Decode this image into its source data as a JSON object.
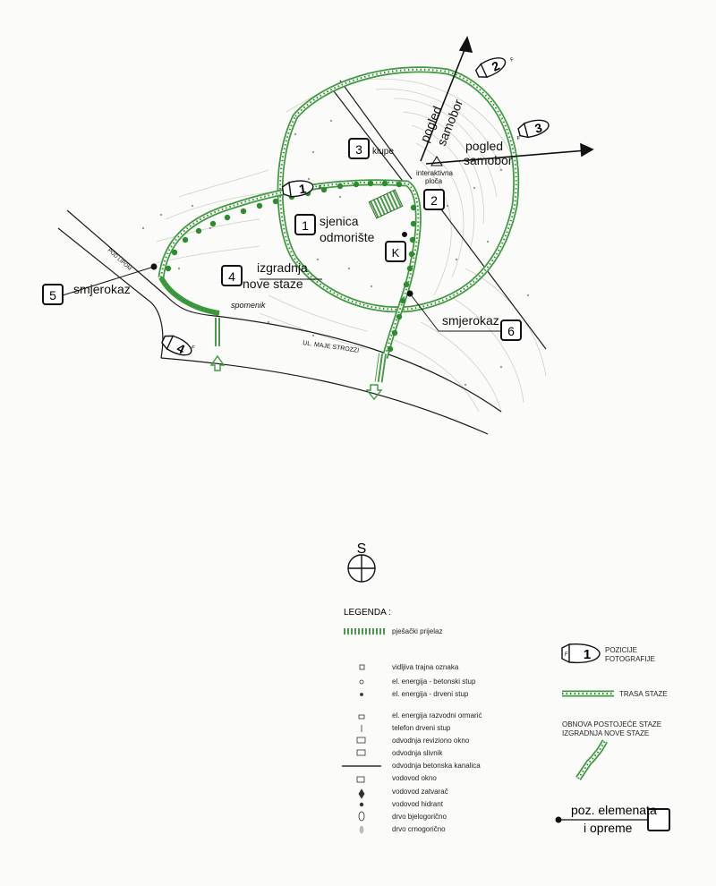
{
  "map_labels": {
    "pogled_1": "pogled",
    "samobor_1": "samobor",
    "pogled_2": "pogled",
    "samobor_2": "samobor",
    "klupe": "klupe",
    "interaktivna": "interaktivna",
    "ploca": "ploča",
    "sjenica": "sjenica",
    "odmoriste": "odmorište",
    "izgradnja": "izgradnja",
    "nove_staze": "nove staze",
    "smjerokaz_left": "smjerokaz",
    "smjerokaz_right": "smjerokaz",
    "spomenik": "spomenik",
    "pod_lipom": "POD LIPOM",
    "ul_maje_strozzi": "UL. MAJE STROZZI",
    "k_box": "K"
  },
  "element_markers": [
    {
      "num": "1",
      "kind": "element"
    },
    {
      "num": "2",
      "kind": "element"
    },
    {
      "num": "3",
      "kind": "element"
    },
    {
      "num": "4",
      "kind": "element"
    },
    {
      "num": "5",
      "kind": "element"
    },
    {
      "num": "6",
      "kind": "element"
    }
  ],
  "photo_positions": [
    {
      "num": "1",
      "f": "F"
    },
    {
      "num": "2",
      "f": "F"
    },
    {
      "num": "3",
      "f": "F"
    },
    {
      "num": "4",
      "f": "F"
    }
  ],
  "north": {
    "letter": "S"
  },
  "legend": {
    "title": "LEGENDA :",
    "pjesacki": "pješački prijelaz",
    "items": [
      "vidljiva trajna oznaka",
      "el. energija - betonski stup",
      "el. energija - drveni stup",
      "el. energija razvodni ormarić",
      "telefon drveni stup",
      "odvodnja reviziono okno",
      "odvodnja slivnik",
      "odvodnja betonska kanalica",
      "vodovod okno",
      "vodovod zatvarač",
      "vodovod hidrant",
      "drvo bjelogorično",
      "drvo crnogorično"
    ],
    "right": {
      "photo_label_1": "POZICIJE",
      "photo_label_2": "FOTOGRAFIJE",
      "photo_num": "1",
      "photo_f": "F",
      "trasa": "TRASA STAZE",
      "obnova_1": "OBNOVA POSTOJEĆE STAZE",
      "obnova_2": "IZGRADNJA NOVE STAZE",
      "poz_1": "poz. elemenata",
      "poz_2": "i opreme"
    }
  },
  "colors": {
    "path_green": "#3f9a3f",
    "path_dots": "#2e8b2e",
    "line": "#222222",
    "terrain": "#c9cbc4"
  }
}
